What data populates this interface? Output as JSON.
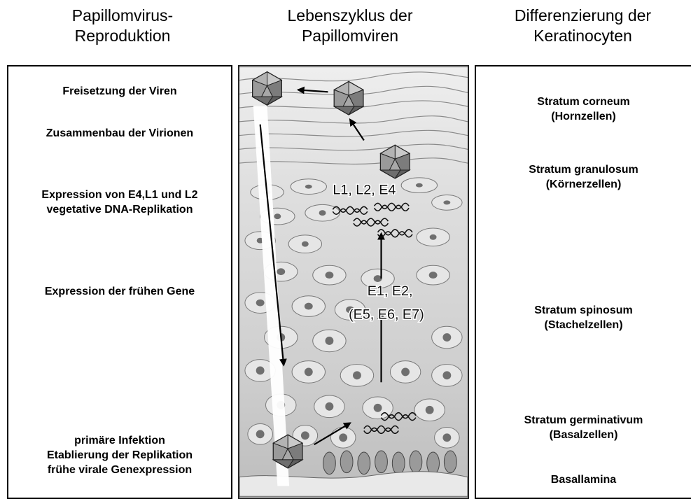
{
  "headers": {
    "left": [
      "Papillomvirus-",
      "Reproduktion"
    ],
    "middle": [
      "Lebenszyklus der",
      "Papillomviren"
    ],
    "right": [
      "Differenzierung der",
      "Keratinocyten"
    ]
  },
  "left_stages": [
    [
      "Freisetzung der Viren"
    ],
    [
      "Zusammenbau der Virionen"
    ],
    [
      "Expression von E4,L1 und L2",
      "vegetative DNA-Replikation"
    ],
    [
      "Expression der frühen Gene"
    ],
    [
      "primäre Infektion",
      "Etablierung der Replikation",
      "frühe virale Genexpression"
    ]
  ],
  "right_layers": [
    [
      "Stratum corneum",
      "(Hornzellen)"
    ],
    [
      "Stratum granulosum",
      "(Körnerzellen)"
    ],
    [
      "Stratum spinosum",
      "(Stachelzellen)"
    ],
    [
      "Stratum germinativum",
      "(Basalzellen)"
    ],
    [
      "Basallamina"
    ]
  ],
  "diagram": {
    "late_genes": "L1, L2, E4",
    "early_genes_line1": "E1, E2,",
    "early_genes_line2": "(E5, E6, E7)"
  }
}
